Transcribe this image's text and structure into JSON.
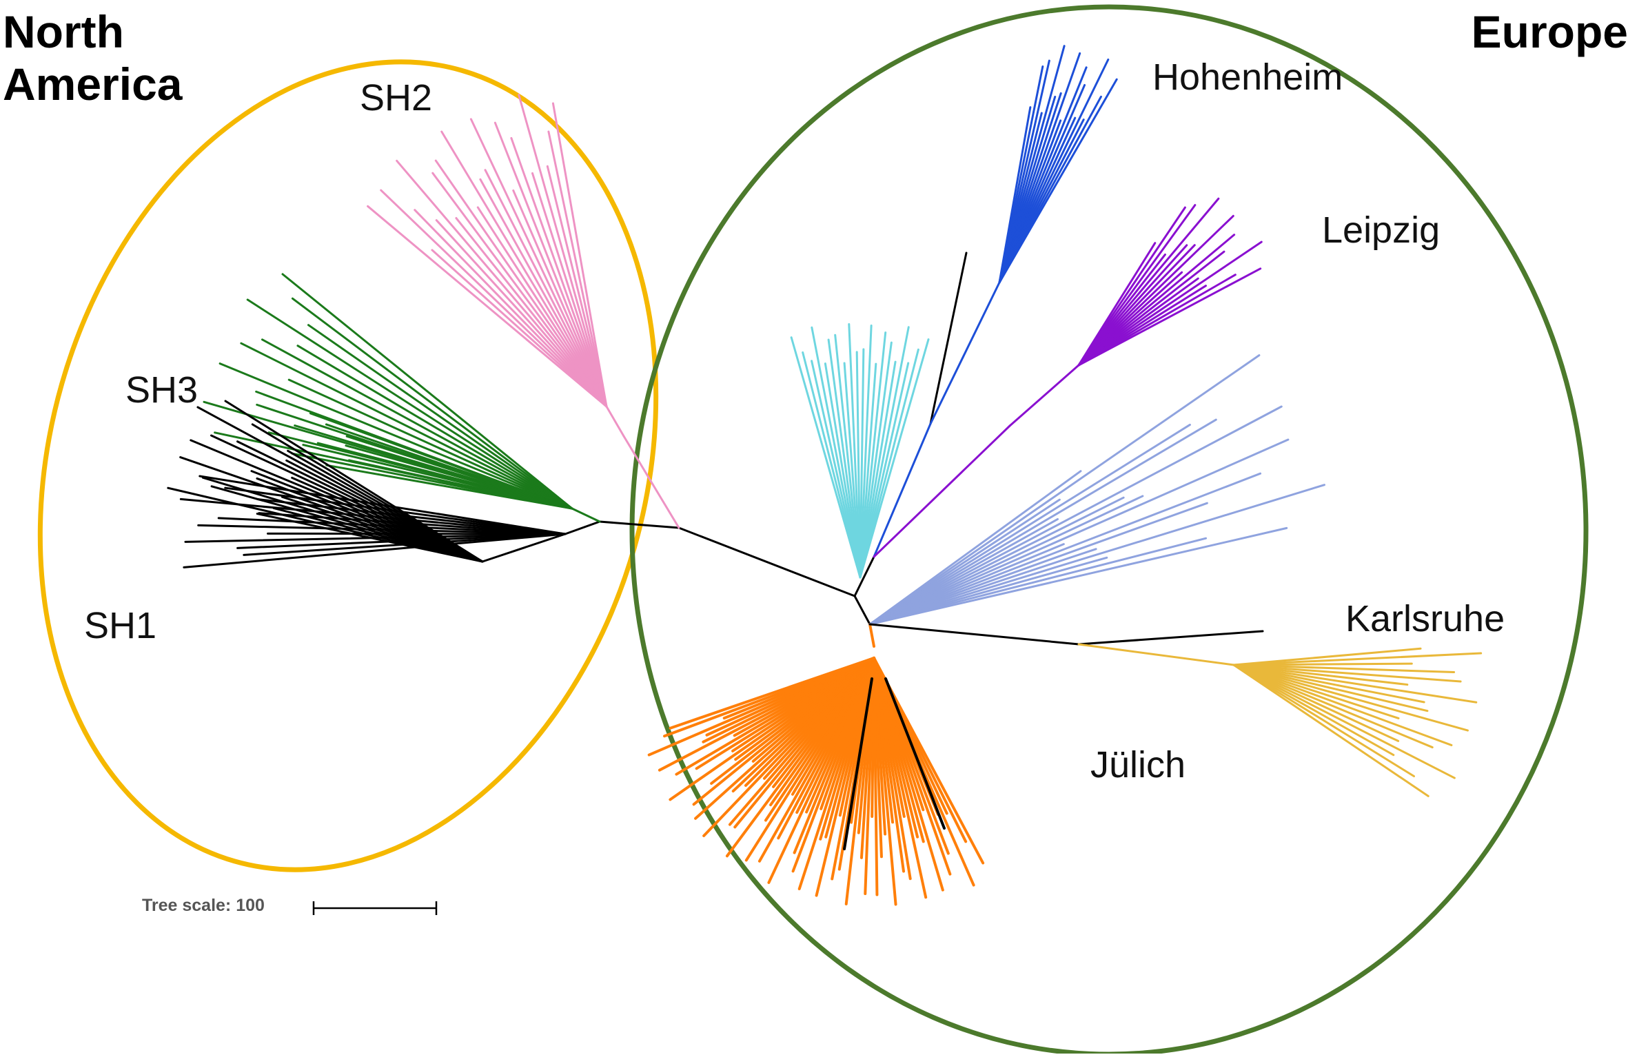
{
  "regions": {
    "north_america": "North\nAmerica",
    "europe": "Europe",
    "north_america_color": "#F5B800",
    "europe_color": "#4C7A2C"
  },
  "clades": [
    {
      "key": "sh2",
      "label": "SH2",
      "color": "#EE93C4"
    },
    {
      "key": "sh3",
      "label": "SH3",
      "color": "#1B7A1B"
    },
    {
      "key": "sh1",
      "label": "SH1",
      "color": "#000000"
    },
    {
      "key": "hohenheim",
      "label": "Hohenheim",
      "color": "#1D4FD8"
    },
    {
      "key": "leipzig",
      "label": "Leipzig",
      "color": "#8A10D0"
    },
    {
      "key": "karlsruhe",
      "label": "Karlsruhe",
      "color": "#E9B83A"
    },
    {
      "key": "juelich",
      "label": "Jülich",
      "color": "#FF7F0A"
    },
    {
      "key": "unlabeled_cyan",
      "label": "",
      "color": "#6ED6E0"
    },
    {
      "key": "unlabeled_periwinkle",
      "label": "",
      "color": "#8FA3DF"
    }
  ],
  "scale": {
    "label": "Tree scale: 100"
  }
}
